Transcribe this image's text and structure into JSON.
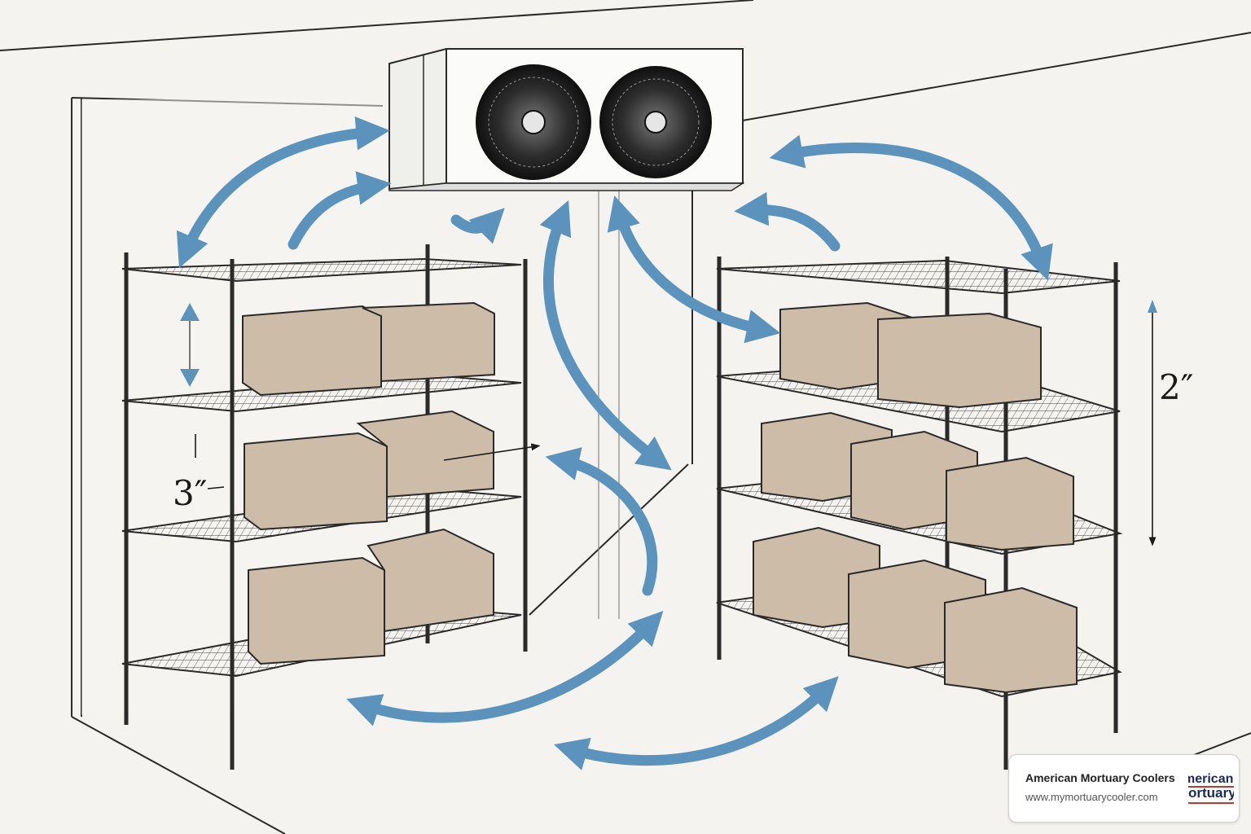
{
  "diagram": {
    "labels": {
      "left_gap": "3″",
      "right_gap": "2″"
    }
  },
  "brand": {
    "name": "American Mortuary Coolers",
    "url": "www.mymortuarycooler.com",
    "logo_text": "American Mortuary"
  },
  "colors": {
    "airflow": "#5b93bd",
    "box": "#cdbca8",
    "ink": "#2a2a2a"
  },
  "icons": {
    "fan": "fan-icon",
    "airflow": "airflow-arrow-icon"
  }
}
